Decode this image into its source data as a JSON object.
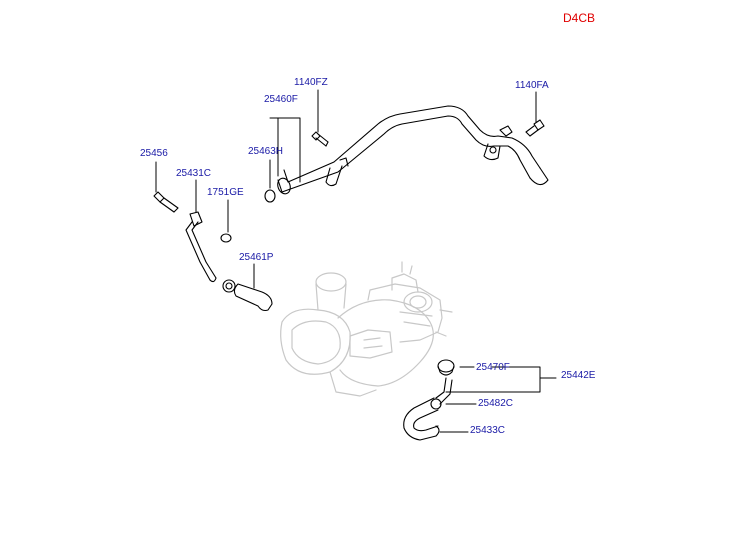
{
  "diagram_code": "D4CB",
  "colors": {
    "code": "#e00000",
    "label": "#1a1aa6",
    "line": "#000000",
    "ghost": "#c8c8c8"
  },
  "parts": {
    "p1140FZ": "1140FZ",
    "p1140FA": "1140FA",
    "p25460F": "25460F",
    "p25463H": "25463H",
    "p25456": "25456",
    "p25431C": "25431C",
    "p1751GE": "1751GE",
    "p25461P": "25461P",
    "p25470F": "25470F",
    "p25442E": "25442E",
    "p25482C": "25482C",
    "p25433C": "25433C"
  }
}
